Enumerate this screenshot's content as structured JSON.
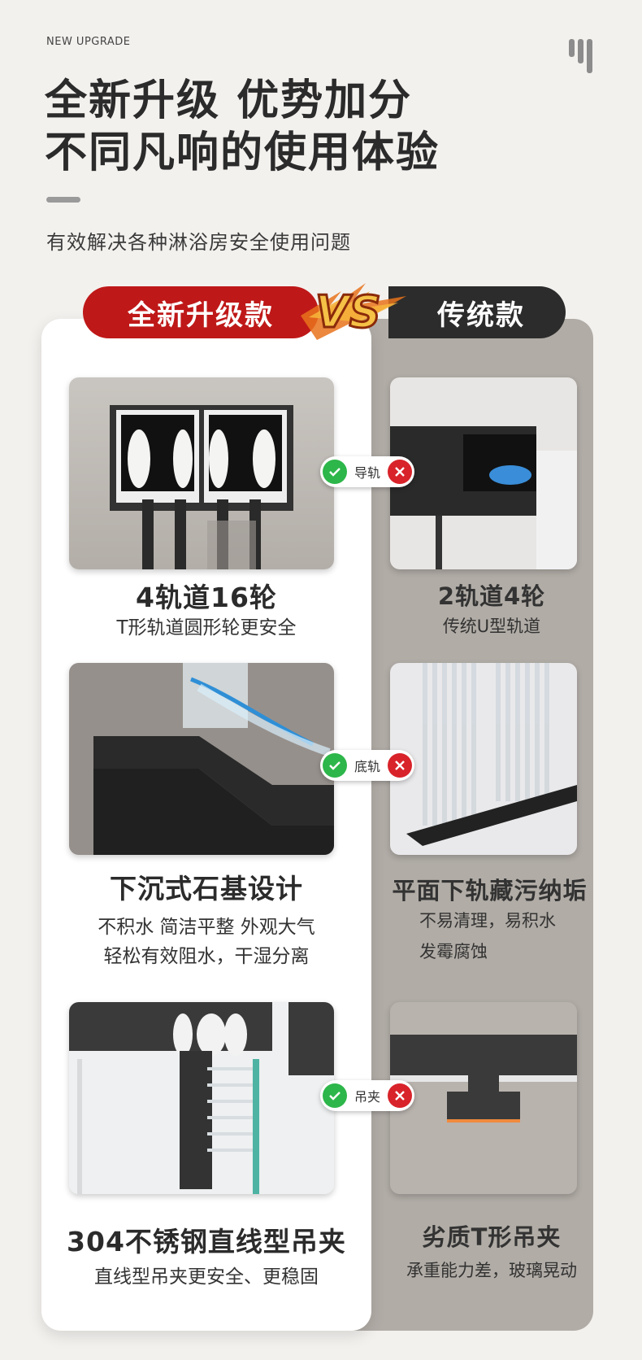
{
  "header": {
    "eyebrow": "NEW UPGRADE",
    "title_line1": "全新升级 优势加分",
    "title_line2": "不同凡响的使用体验",
    "subtitle": "有效解决各种淋浴房安全使用问题"
  },
  "compare": {
    "new_label": "全新升级款",
    "old_label": "传统款",
    "vs_text": "VS"
  },
  "rows": [
    {
      "badge": "导轨",
      "new_title": "4轨道16轮",
      "new_desc": [
        "T形轨道圆形轮更安全"
      ],
      "old_title": "2轨道4轮",
      "old_desc": [
        "传统U型轨道"
      ]
    },
    {
      "badge": "底轨",
      "new_title": "下沉式石基设计",
      "new_desc": [
        "不积水 简洁平整 外观大气",
        "轻松有效阻水，干湿分离"
      ],
      "old_title": "平面下轨藏污纳垢",
      "old_desc": [
        "不易清理，易积水",
        "发霉腐蚀"
      ]
    },
    {
      "badge": "吊夹",
      "new_title": "304不锈钢直线型吊夹",
      "new_desc": [
        "直线型吊夹更安全、更稳固"
      ],
      "old_title": "劣质T形吊夹",
      "old_desc": [
        "承重能力差，玻璃晃动"
      ]
    }
  ],
  "colors": {
    "accent_red": "#bf1818",
    "dark": "#2c2c2c",
    "check_green": "#2db64a",
    "cross_red": "#d8232a",
    "panel_grey": "#b1aca6"
  }
}
